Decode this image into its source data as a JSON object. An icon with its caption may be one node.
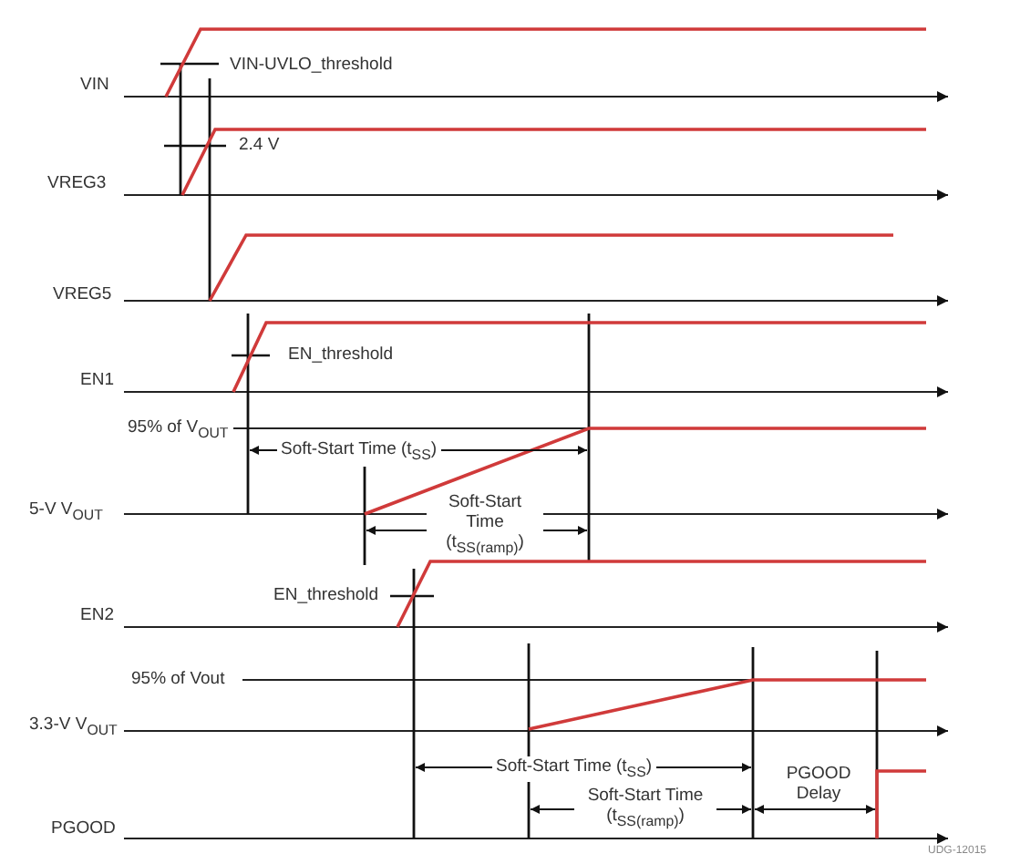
{
  "diagram": {
    "labels": [
      "VIN-UVLO_threshold",
      "VIN",
      "2.4 V",
      "VREG3",
      "VREG5",
      "EN_threshold",
      "EN1",
      "95% of V$_{OUT}$",
      "Soft-Start Time (t$_{SS}$)",
      "Soft-Start Time (t$_{SS(ramp)}$)",
      "5-V V$_{OUT}$",
      "EN_threshold",
      "EN2",
      "95% of Vout",
      "3.3-V V$_{OUT}$",
      "Soft-Start Time (t$_{SS}$)",
      "Soft-Start Time (t$_{SS(ramp)}$)",
      "PGOOD Delay",
      "PGOOD",
      "UDG-12015"
    ]
  }
}
